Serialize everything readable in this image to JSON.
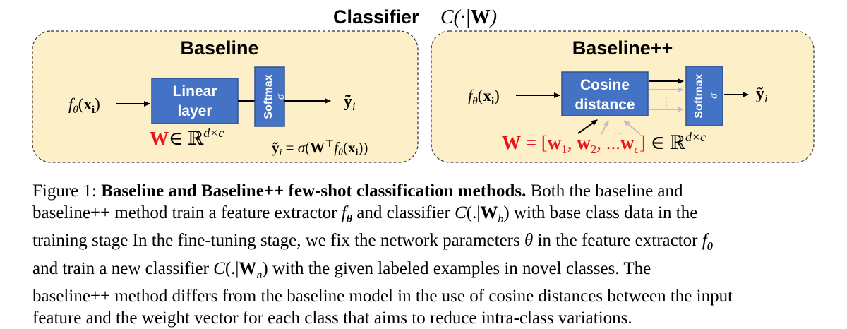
{
  "figure": {
    "title_word": "Classifier",
    "title_math": "C(·|W)",
    "baseline": {
      "heading": "Baseline",
      "input": "fθ(xi)",
      "block": [
        "Linear",
        "layer"
      ],
      "softmax": "Softmax",
      "sigma": "σ",
      "output": "ỹi",
      "weight_W": "W",
      "weight_rest": "∈ ℝd×c",
      "equation": "ỹi = σ(W⊤fθ(xi))"
    },
    "baselinepp": {
      "heading": "Baseline++",
      "input": "fθ(xi)",
      "block": [
        "Cosine",
        "distance"
      ],
      "softmax": "Softmax",
      "sigma": "σ",
      "output": "ỹi",
      "weight_eq": "W = [w1, w2, ...wc]",
      "weight_rest": "∈ ℝd×c",
      "dots": "...",
      "vdots": "⋮"
    },
    "colors": {
      "panel_fill": "#fdefc7",
      "block_fill": "#4472c4",
      "block_stroke": "#2f528f",
      "weight_red": "#e8141c",
      "gray_arrow": "#c0c0c0"
    }
  },
  "caption": {
    "label": "Figure 1:",
    "bold_title": "Baseline and Baseline++ few-shot classification methods.",
    "lines": [
      "Both the baseline and",
      "baseline++ method train a feature extractor fθ and classifier C(.|Wb) with base class data in the",
      "training stage In the fine-tuning stage, we fix the network parameters θ in the feature extractor fθ",
      "and train a new classifier C(.|Wn) with the given labeled examples in novel classes. The",
      "baseline++ method differs from the baseline model in the use of cosine distances between the input",
      "feature and the weight vector for each class that aims to reduce intra-class variations."
    ]
  }
}
